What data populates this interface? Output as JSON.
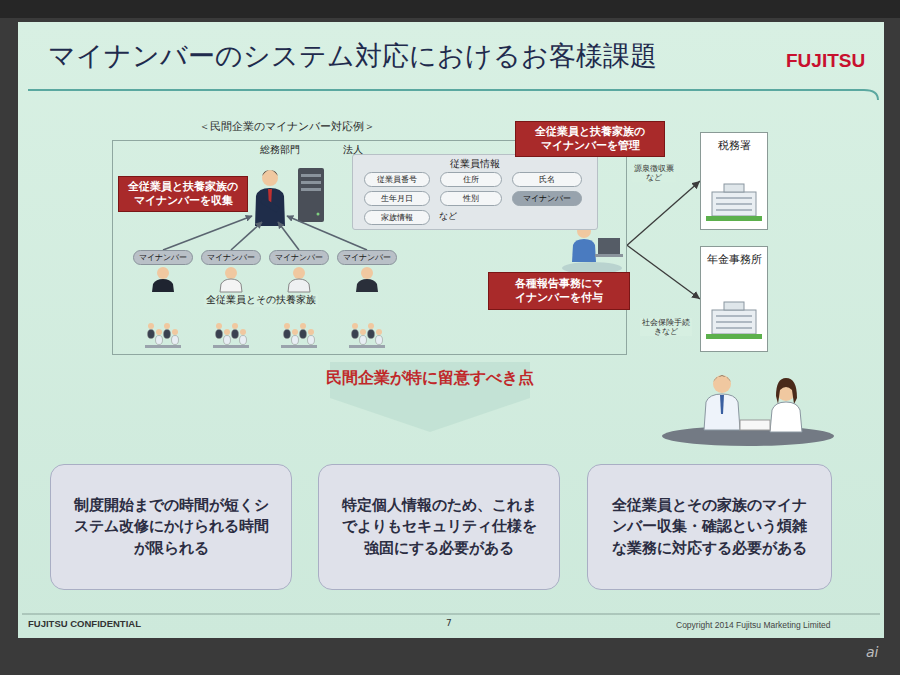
{
  "diagram": {
    "title": "マイナンバーのシステム対応におけるお客様課題",
    "nodes": [
      {
        "text": [
          "＜民間企業のマイナンバー対応例＞"
        ]
      },
      {
        "text": [
          "全従業員と扶養家族のマイナンバーを収集"
        ],
        "in": 0
      },
      {
        "text": [
          "従業員情報",
          "など"
        ],
        "in": 0
      },
      {
        "text": [
          "従業員番号"
        ],
        "in": 2
      },
      {
        "text": [
          "住所"
        ],
        "in": 2
      },
      {
        "text": [
          "氏名"
        ],
        "in": 2
      },
      {
        "text": [
          "生年月日"
        ],
        "in": 2
      },
      {
        "text": [
          "性別"
        ],
        "in": 2
      },
      {
        "text": [
          "マイナンバー"
        ],
        "in": 2
      },
      {
        "text": [
          "家族情報"
        ],
        "in": 2
      },
      {
        "text": [
          "全従業員と扶養家族のマイナンバーを管理"
        ]
      },
      {
        "text": [
          "マイナンバー"
        ],
        "in": 0
      },
      {
        "text": [
          "マイナンバー"
        ],
        "in": 0
      },
      {
        "text": [
          "マイナンバー"
        ],
        "in": 0
      },
      {
        "text": [
          "マイナンバー"
        ],
        "in": 0
      },
      {
        "text": [
          "各種報告事務にマイナンバーを付与"
        ],
        "in": 0
      },
      {
        "text": [
          "税務署"
        ]
      },
      {
        "text": [
          "年金事務所"
        ]
      },
      {
        "text": [
          "制度開始までの時間が短くシステム改修にかけられる時間が限られる"
        ]
      },
      {
        "text": [
          "特定個人情報のため、これまでよりもセキュリティ仕様を強固にする必要がある"
        ]
      },
      {
        "text": [
          "全従業員とその家族のマイナンバー収集・確認という煩雑な業務に対応する必要がある"
        ]
      }
    ],
    "edges": [
      {
        "from": 0,
        "to": 16,
        "arrow": "to",
        "label": "源泉徴収票など"
      },
      {
        "from": 0,
        "to": 17,
        "arrow": "to",
        "label": "社会保険手続きなど"
      }
    ],
    "labels": [
      "FUJITSU",
      "総務部門",
      "法人",
      "全従業員とその扶養家族",
      "民間企業が特に留意すべき点",
      "FUJITSU CONFIDENTIAL",
      "7",
      "Copyright 2014 Fujitsu Marketing Limited",
      "ai"
    ]
  }
}
